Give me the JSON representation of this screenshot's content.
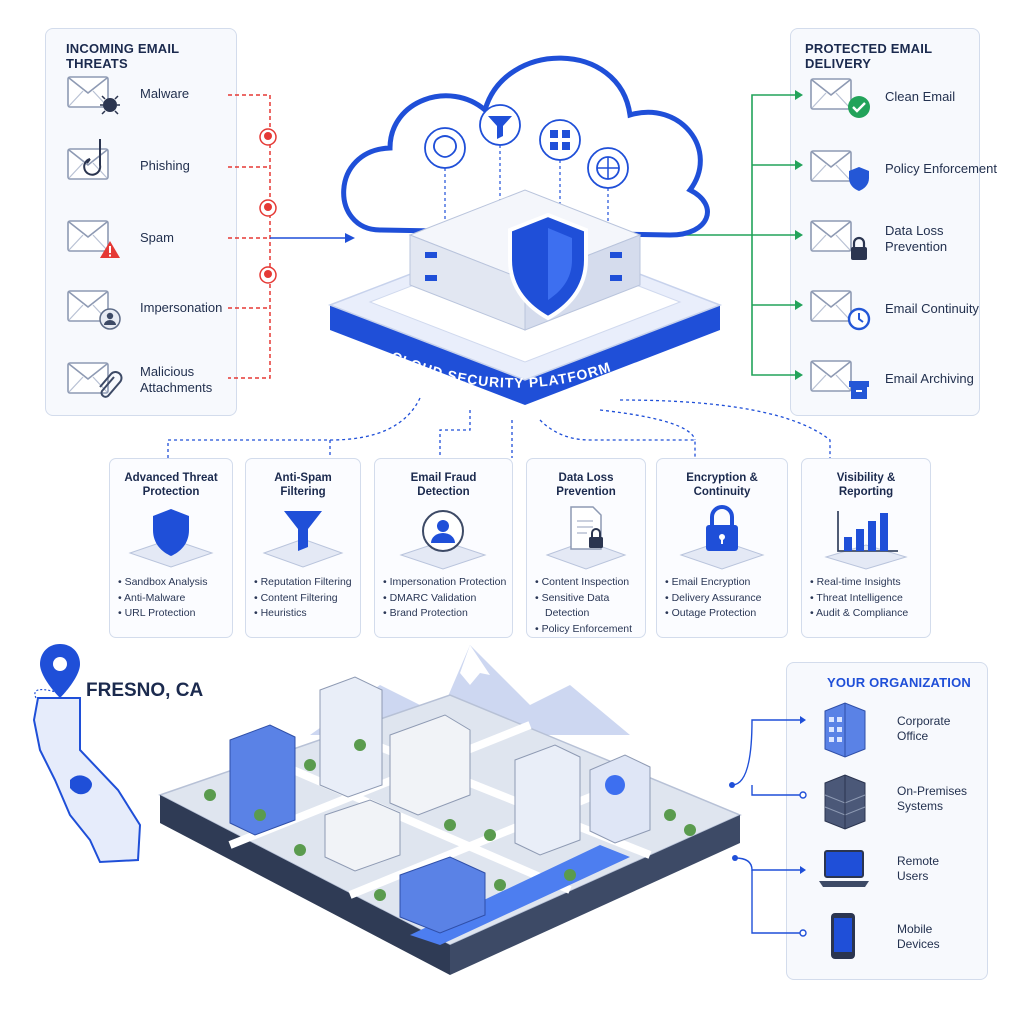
{
  "threats": {
    "title": "INCOMING EMAIL THREATS",
    "items": [
      {
        "label": "Malware",
        "icon": "bug-icon"
      },
      {
        "label": "Phishing",
        "icon": "fishhook-icon"
      },
      {
        "label": "Spam",
        "icon": "warning-icon"
      },
      {
        "label": "Impersonation",
        "icon": "user-icon"
      },
      {
        "label": "Malicious Attachments",
        "icon": "paperclip-icon"
      }
    ]
  },
  "delivery": {
    "title": "PROTECTED EMAIL DELIVERY",
    "items": [
      {
        "label": "Clean Email",
        "icon": "check-icon"
      },
      {
        "label": "Policy Enforcement",
        "icon": "shield-icon"
      },
      {
        "label": "Data Loss Prevention",
        "icon": "lock-icon"
      },
      {
        "label": "Email Continuity",
        "icon": "clock-icon"
      },
      {
        "label": "Email Archiving",
        "icon": "archive-icon"
      }
    ]
  },
  "platform": {
    "label": "CLOUD SECURITY PLATFORM"
  },
  "services": [
    {
      "title": "Advanced Threat Protection",
      "icon": "shield-icon",
      "bullets": [
        "Sandbox Analysis",
        "Anti-Malware",
        "URL Protection"
      ]
    },
    {
      "title": "Anti-Spam Filtering",
      "icon": "funnel-icon",
      "bullets": [
        "Reputation Filtering",
        "Content Filtering",
        "Heuristics"
      ]
    },
    {
      "title": "Email Fraud Detection",
      "icon": "user-icon",
      "bullets": [
        "Impersonation Protection",
        "DMARC Validation",
        "Brand Protection"
      ]
    },
    {
      "title": "Data Loss Prevention",
      "icon": "document-lock-icon",
      "bullets": [
        "Content Inspection",
        "Sensitive Data Detection",
        "Policy Enforcement"
      ]
    },
    {
      "title": "Encryption & Continuity",
      "icon": "lock-icon",
      "bullets": [
        "Email Encryption",
        "Delivery Assurance",
        "Outage Protection"
      ]
    },
    {
      "title": "Visibility & Reporting",
      "icon": "bar-chart-icon",
      "bullets": [
        "Real-time Insights",
        "Threat Intelligence",
        "Audit & Compliance"
      ]
    }
  ],
  "location": {
    "label": "FRESNO, CA"
  },
  "organization": {
    "title": "YOUR ORGANIZATION",
    "items": [
      {
        "label": "Corporate Office",
        "icon": "office-building-icon"
      },
      {
        "label": "On-Premises Systems",
        "icon": "server-icon"
      },
      {
        "label": "Remote Users",
        "icon": "laptop-icon"
      },
      {
        "label": "Mobile Devices",
        "icon": "smartphone-icon"
      }
    ]
  },
  "colors": {
    "accent": "#1f4fd8",
    "threat": "#e53935",
    "safe": "#22a35a",
    "panel_border": "#d3dcec"
  }
}
